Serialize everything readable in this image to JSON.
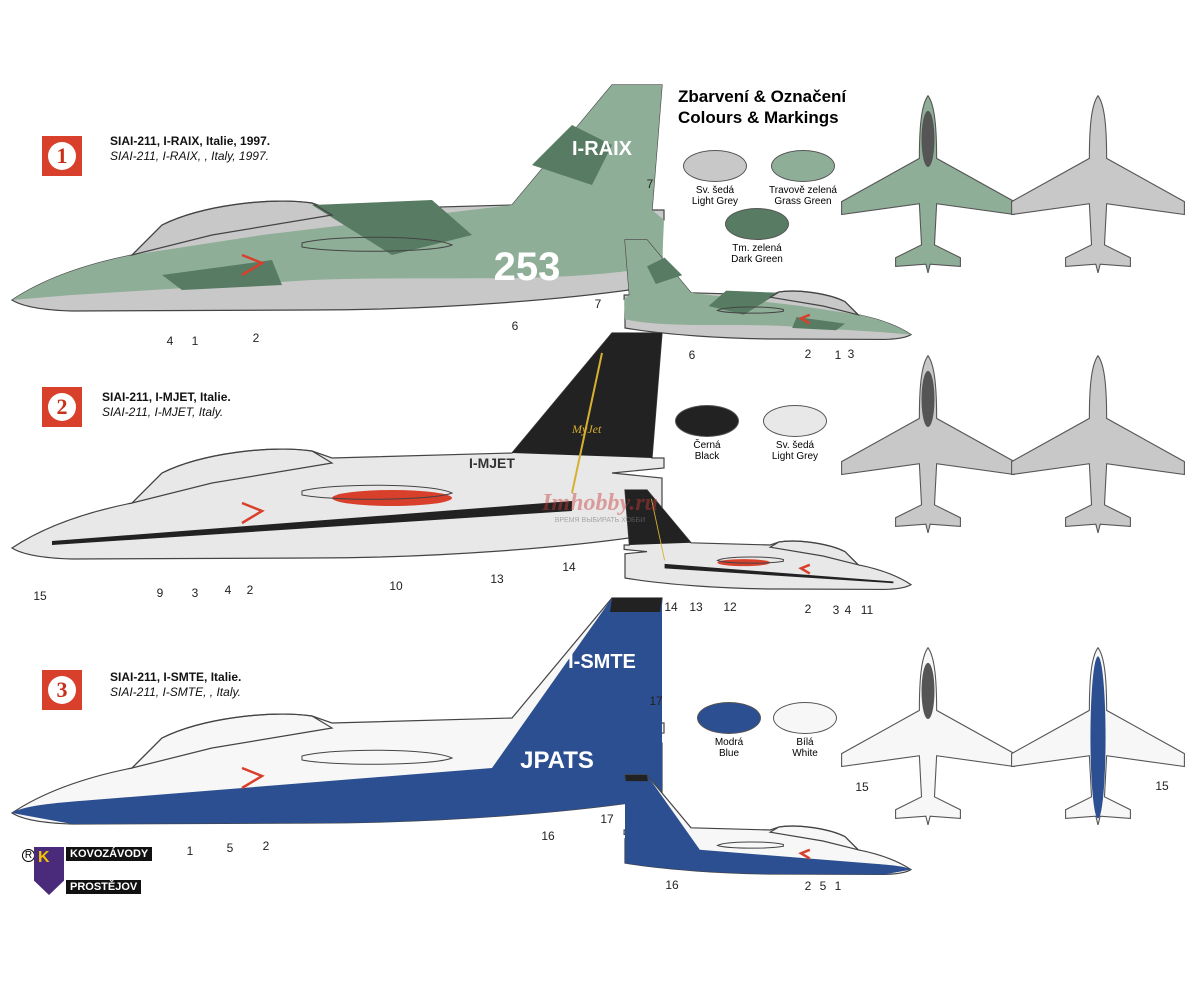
{
  "header": {
    "line1": "Zbarvení & Označení",
    "line2": "Colours & Markings"
  },
  "colors": {
    "light_grey": "#c8c8c8",
    "grass_green": "#8fae97",
    "dark_green": "#587b63",
    "black": "#222222",
    "white_grey": "#e8e8e8",
    "blue": "#2c4f91",
    "white": "#f7f7f7",
    "red": "#d8402c"
  },
  "schemes": [
    {
      "num": "1",
      "title_cz": "SIAI-211, I-RAIX,  Italie, 1997.",
      "title_en": "SIAI-211, I-RAIX, , Italy, 1997.",
      "reg": "I-RAIX",
      "code": "253",
      "callouts": [
        "4",
        "1",
        "2",
        "6",
        "7"
      ],
      "small_callouts": [
        "7",
        "6",
        "2",
        "1",
        "3"
      ],
      "swatches": [
        {
          "cz": "Sv. šedá",
          "en": "Light Grey",
          "color": "#c8c8c8"
        },
        {
          "cz": "Travově zelená",
          "en": "Grass Green",
          "color": "#8fae97"
        },
        {
          "cz": "Tm. zelená",
          "en": "Dark Green",
          "color": "#587b63"
        }
      ]
    },
    {
      "num": "2",
      "title_cz": "SIAI-211, I-MJET,  Italie.",
      "title_en": "SIAI-211, I-MJET, Italy.",
      "reg": "I-MJET",
      "fin_text": "MyJet",
      "callouts": [
        "15",
        "9",
        "3",
        "4",
        "2",
        "10",
        "13",
        "14"
      ],
      "small_callouts": [
        "14",
        "13",
        "12",
        "2",
        "3",
        "4",
        "11"
      ],
      "swatches": [
        {
          "cz": "Černá",
          "en": "Black",
          "color": "#222222"
        },
        {
          "cz": "Sv. šedá",
          "en": "Light Grey",
          "color": "#e8e8e8"
        }
      ]
    },
    {
      "num": "3",
      "title_cz": "SIAI-211, I-SMTE,  Italie.",
      "title_en": "SIAI-211, I-SMTE, , Italy.",
      "reg": "I-SMTE",
      "code": "JPATS",
      "callouts": [
        "1",
        "5",
        "2",
        "16",
        "17"
      ],
      "small_callouts": [
        "17",
        "16",
        "2",
        "5",
        "1"
      ],
      "plan_callouts": [
        "15",
        "15"
      ],
      "swatches": [
        {
          "cz": "Modrá",
          "en": "Blue",
          "color": "#2c4f91"
        },
        {
          "cz": "Bílá",
          "en": "White",
          "color": "#f7f7f7"
        }
      ]
    }
  ],
  "watermark": {
    "site": "Imhobby.ru",
    "tagline": "ВРЕМЯ ВЫБИРАТЬ ХОББИ"
  },
  "logo": {
    "mark": "K",
    "line1": "KOVOZÁVODY",
    "line2": "PROSTĚJOV"
  }
}
